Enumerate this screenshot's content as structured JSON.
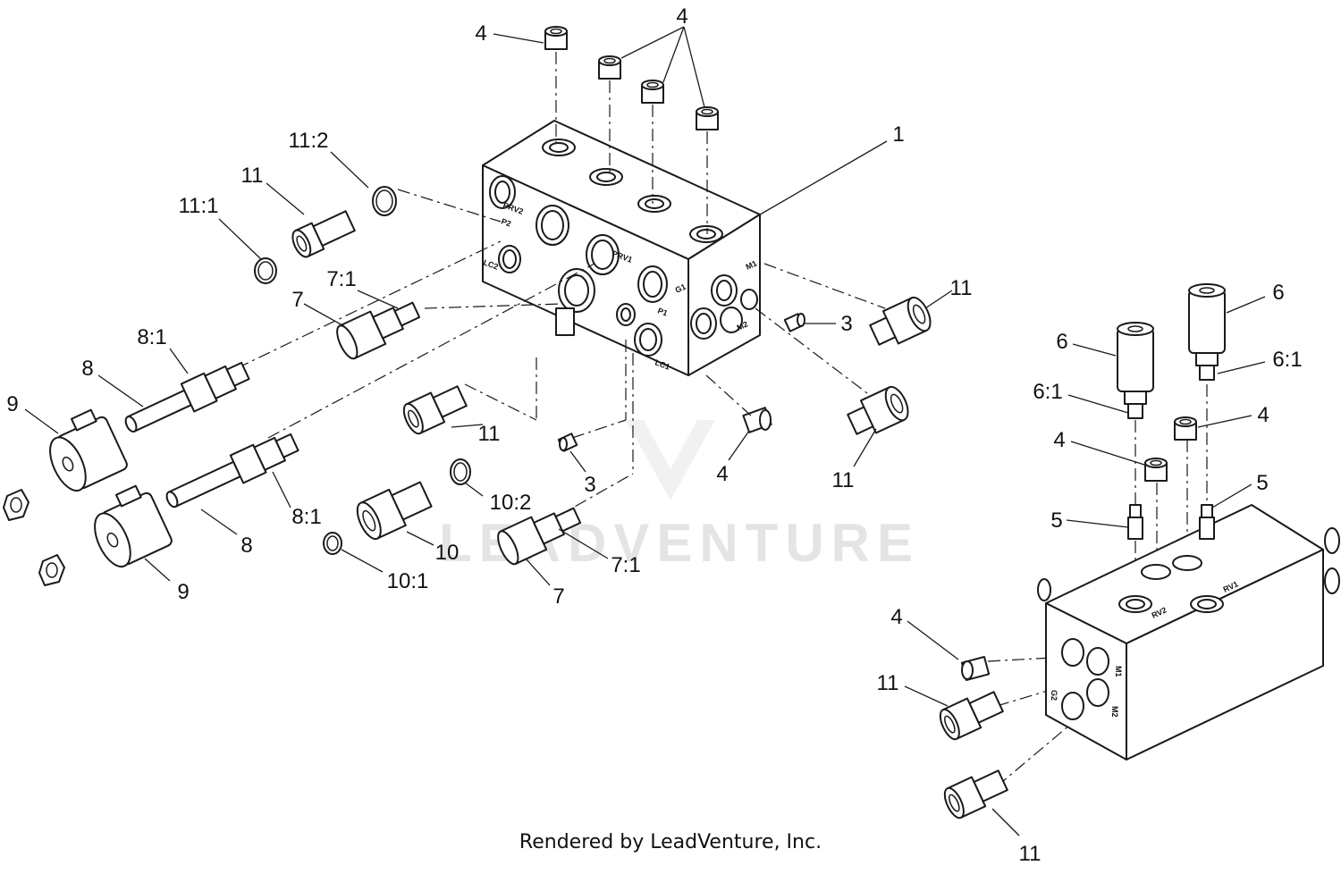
{
  "watermark": "LEADVENTURE",
  "footer_text": "Rendered by LeadVenture, Inc.",
  "callouts": [
    "4",
    "4",
    "1",
    "11:2",
    "11",
    "11:1",
    "7:1",
    "7",
    "8:1",
    "8",
    "9",
    "3",
    "11",
    "11",
    "3",
    "4",
    "11",
    "10:2",
    "8:1",
    "8",
    "9",
    "10",
    "10:1",
    "7:1",
    "7",
    "6",
    "6",
    "6:1",
    "6:1",
    "4",
    "4",
    "5",
    "5",
    "4",
    "11",
    "11"
  ],
  "port_labels": [
    "PRV2",
    "P2",
    "LC2",
    "PRV1",
    "P1",
    "LC1",
    "G1",
    "M1",
    "M2",
    "RV2",
    "RV1",
    "M1",
    "G2",
    "M2"
  ]
}
